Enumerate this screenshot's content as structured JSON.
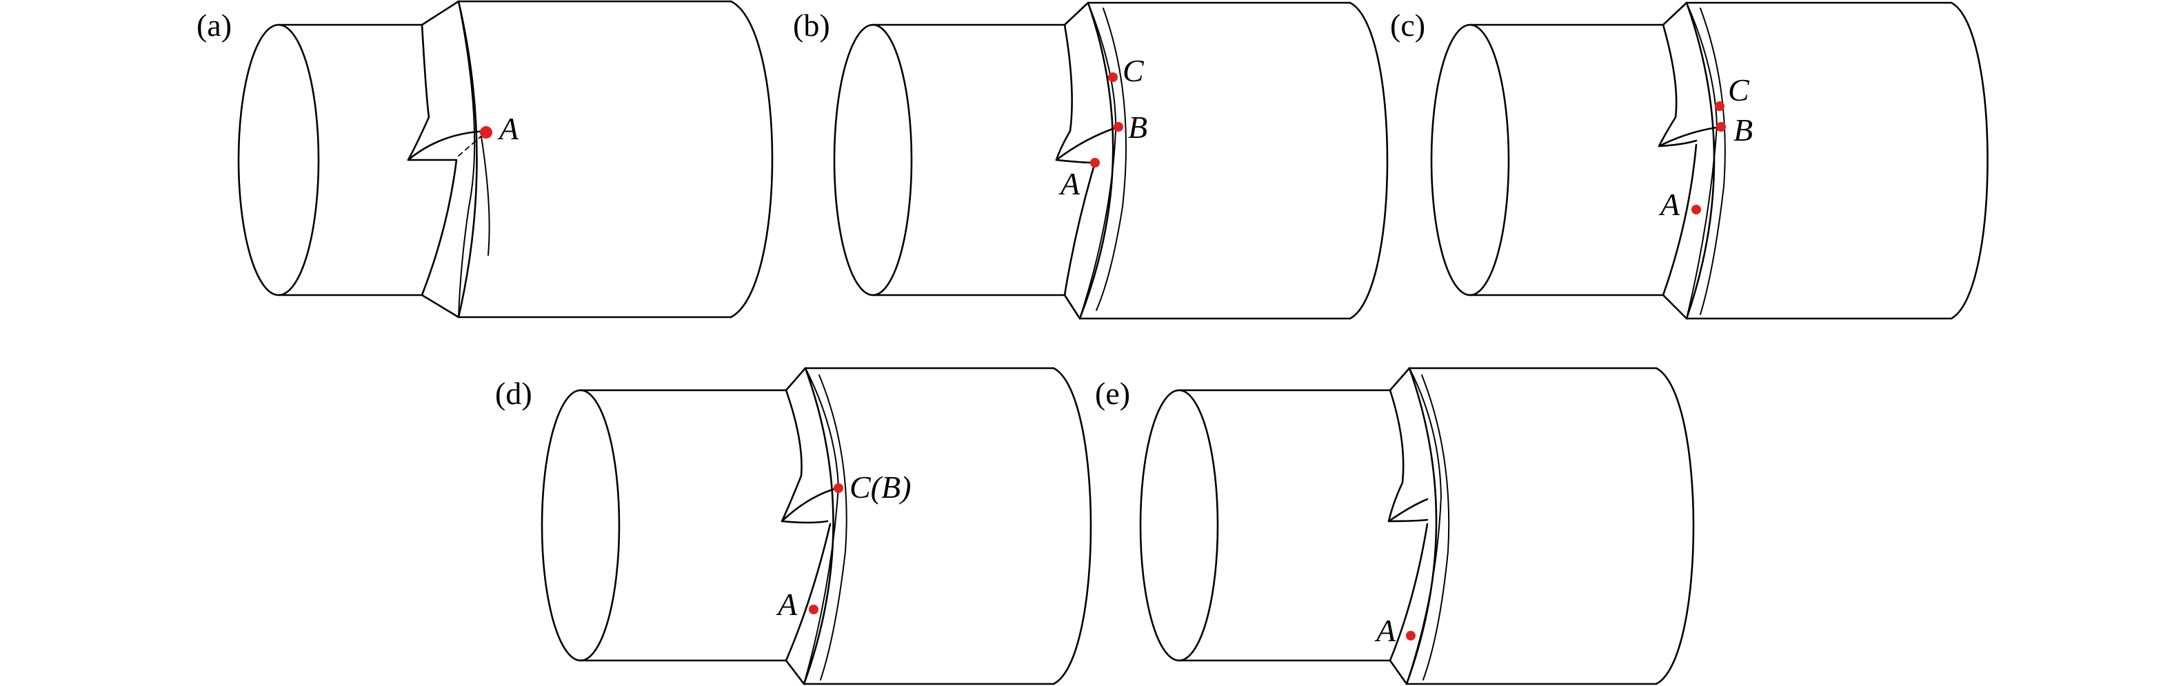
{
  "colors": {
    "line": "#000000",
    "point": "#e0201f",
    "background": "#ffffff"
  },
  "panels": [
    {
      "id": "a",
      "label": "(a)",
      "points": [
        {
          "id": "A",
          "label": "A"
        }
      ]
    },
    {
      "id": "b",
      "label": "(b)",
      "points": [
        {
          "id": "C",
          "label": "C"
        },
        {
          "id": "B",
          "label": "B"
        },
        {
          "id": "A",
          "label": "A"
        }
      ]
    },
    {
      "id": "c",
      "label": "(c)",
      "points": [
        {
          "id": "C",
          "label": "C"
        },
        {
          "id": "B",
          "label": "B"
        },
        {
          "id": "A",
          "label": "A"
        }
      ]
    },
    {
      "id": "d",
      "label": "(d)",
      "points": [
        {
          "id": "CB",
          "label": "C(B)"
        },
        {
          "id": "A",
          "label": "A"
        }
      ]
    },
    {
      "id": "e",
      "label": "(e)",
      "points": [
        {
          "id": "A",
          "label": "A"
        }
      ]
    }
  ]
}
